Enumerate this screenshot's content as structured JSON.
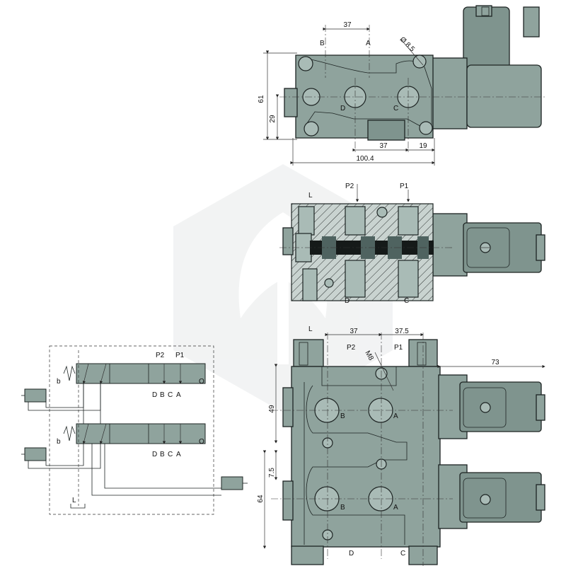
{
  "diagram": {
    "top_view": {
      "dims": {
        "width_37_top": "37",
        "hole_dia": "Ø 8.5",
        "height_61": "61",
        "height_29": "29",
        "width_37_bottom": "37",
        "width_19": "19",
        "total_100_4": "100.4"
      },
      "ports": {
        "B": "B",
        "A": "A",
        "D": "D",
        "C": "C"
      }
    },
    "section_view": {
      "ports": {
        "L": "L",
        "P2": "P2",
        "P1": "P1",
        "D": "D",
        "C": "C"
      }
    },
    "stack_view": {
      "dims": {
        "w37": "37",
        "w37_5": "37.5",
        "w73": "73",
        "h49": "49",
        "h7_5": "7.5",
        "h64": "64",
        "thread": "M8"
      },
      "ports": {
        "L": "L",
        "P2": "P2",
        "P1": "P1",
        "B": "B",
        "A": "A",
        "D": "D",
        "C": "C"
      }
    },
    "schematic": {
      "row_labels": {
        "b": "b",
        "O": "O"
      },
      "port_labels": [
        "D",
        "B",
        "C",
        "A"
      ],
      "pressure_labels": {
        "P2": "P2",
        "P1": "P1"
      },
      "drain_label": "L"
    }
  }
}
